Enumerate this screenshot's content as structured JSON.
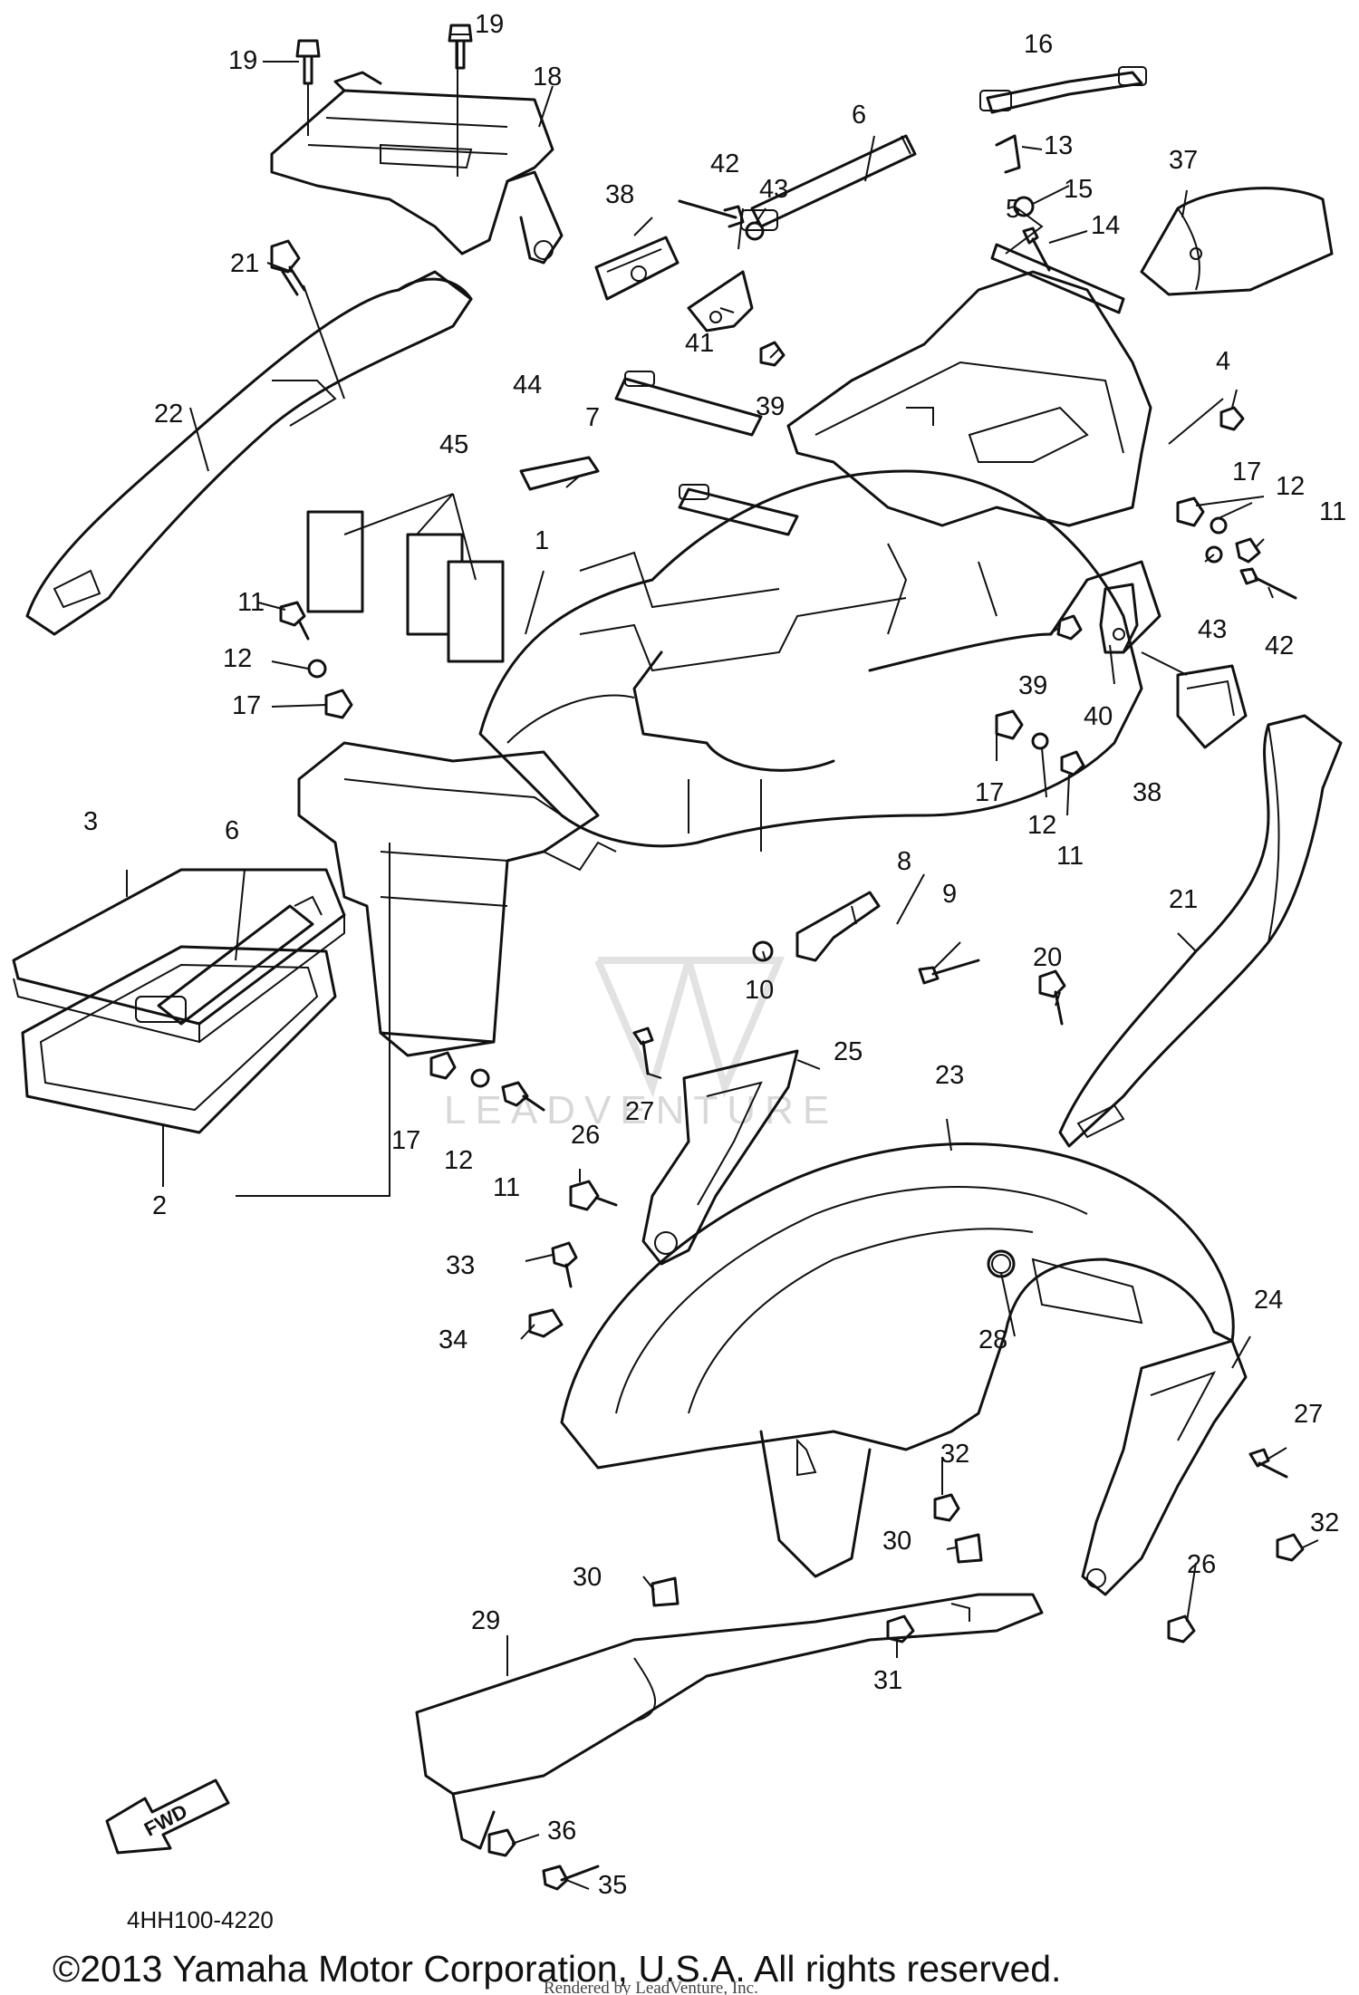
{
  "diagram_code": "4HH100-4220",
  "copyright": "©2013 Yamaha Motor Corporation, U.S.A. All rights reserved.",
  "rendered_by": "Rendered by LeadVenture, Inc.",
  "watermark": "LEADVENTURE",
  "direction_label": "FWD",
  "callouts": [
    "1",
    "2",
    "3",
    "4",
    "5",
    "6",
    "6",
    "7",
    "8",
    "9",
    "10",
    "11",
    "11",
    "11",
    "11",
    "12",
    "12",
    "12",
    "12",
    "13",
    "14",
    "15",
    "16",
    "17",
    "17",
    "17",
    "17",
    "18",
    "19",
    "19",
    "20",
    "21",
    "21",
    "22",
    "23",
    "24",
    "25",
    "26",
    "26",
    "27",
    "27",
    "28",
    "29",
    "30",
    "30",
    "31",
    "32",
    "32",
    "33",
    "34",
    "35",
    "36",
    "37",
    "38",
    "38",
    "39",
    "39",
    "40",
    "41",
    "42",
    "42",
    "43",
    "43",
    "44",
    "45"
  ]
}
